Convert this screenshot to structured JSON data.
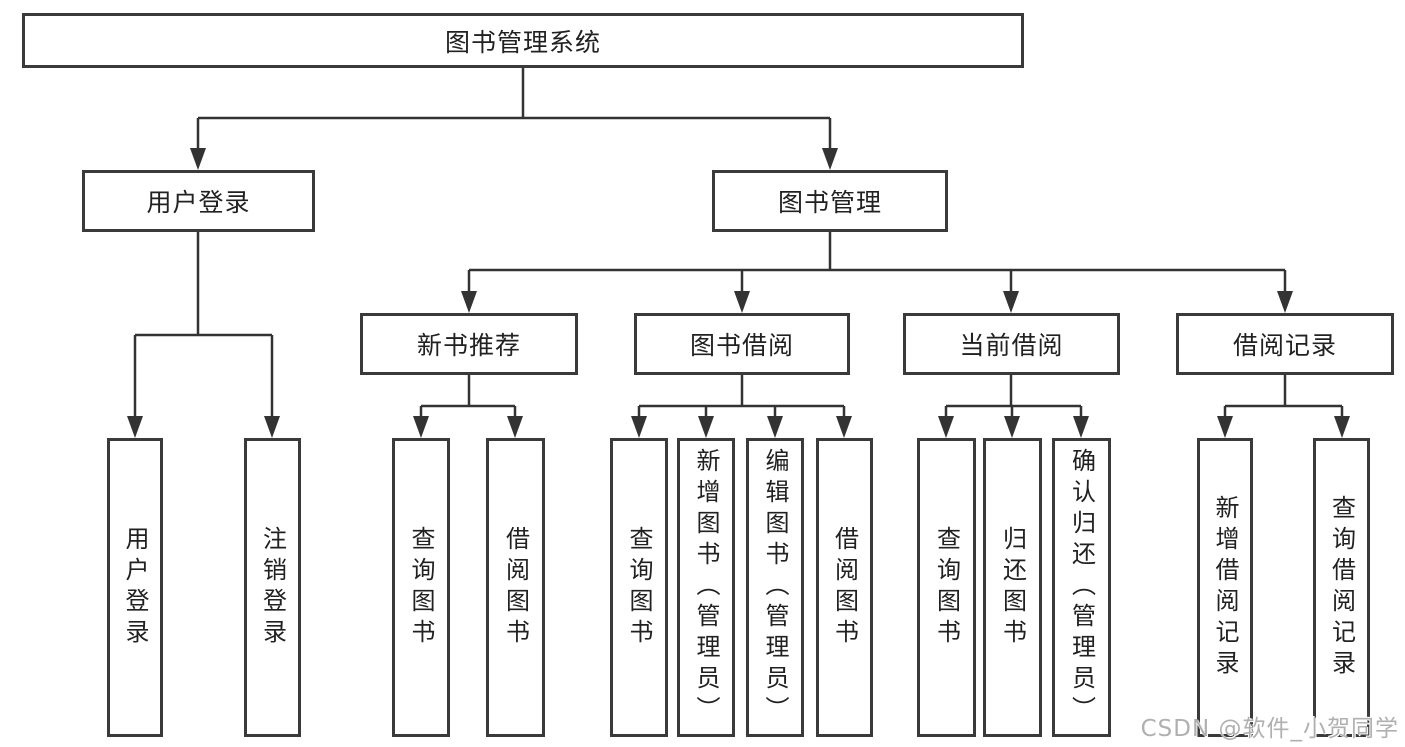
{
  "diagram": {
    "root": {
      "label": "图书管理系统"
    },
    "branches": [
      {
        "label": "用户登录",
        "leaves": [
          {
            "label": "用户登录"
          },
          {
            "label": "注销登录"
          }
        ]
      },
      {
        "label": "图书管理",
        "groups": [
          {
            "label": "新书推荐",
            "leaves": [
              {
                "label": "查询图书"
              },
              {
                "label": "借阅图书"
              }
            ]
          },
          {
            "label": "图书借阅",
            "leaves": [
              {
                "label": "查询图书"
              },
              {
                "label": "新增图书（管理员）"
              },
              {
                "label": "编辑图书（管理员）"
              },
              {
                "label": "借阅图书"
              }
            ]
          },
          {
            "label": "当前借阅",
            "leaves": [
              {
                "label": "查询图书"
              },
              {
                "label": "归还图书"
              },
              {
                "label": "确认归还（管理员）"
              }
            ]
          },
          {
            "label": "借阅记录",
            "leaves": [
              {
                "label": "新增借阅记录"
              },
              {
                "label": "查询借阅记录"
              }
            ]
          }
        ]
      }
    ]
  },
  "watermark": {
    "text": "CSDN @软件_小贺同学"
  }
}
